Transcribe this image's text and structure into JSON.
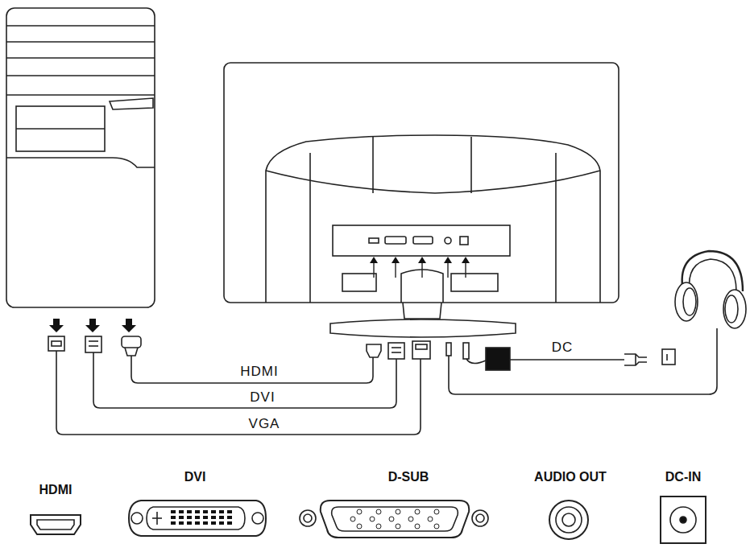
{
  "diagram": {
    "labels": [
      "HDMI",
      "DVI",
      "VGA",
      "DC",
      "HDMI",
      "DVI",
      "D-SUB",
      "AUDIO OUT",
      "DC-IN"
    ]
  }
}
